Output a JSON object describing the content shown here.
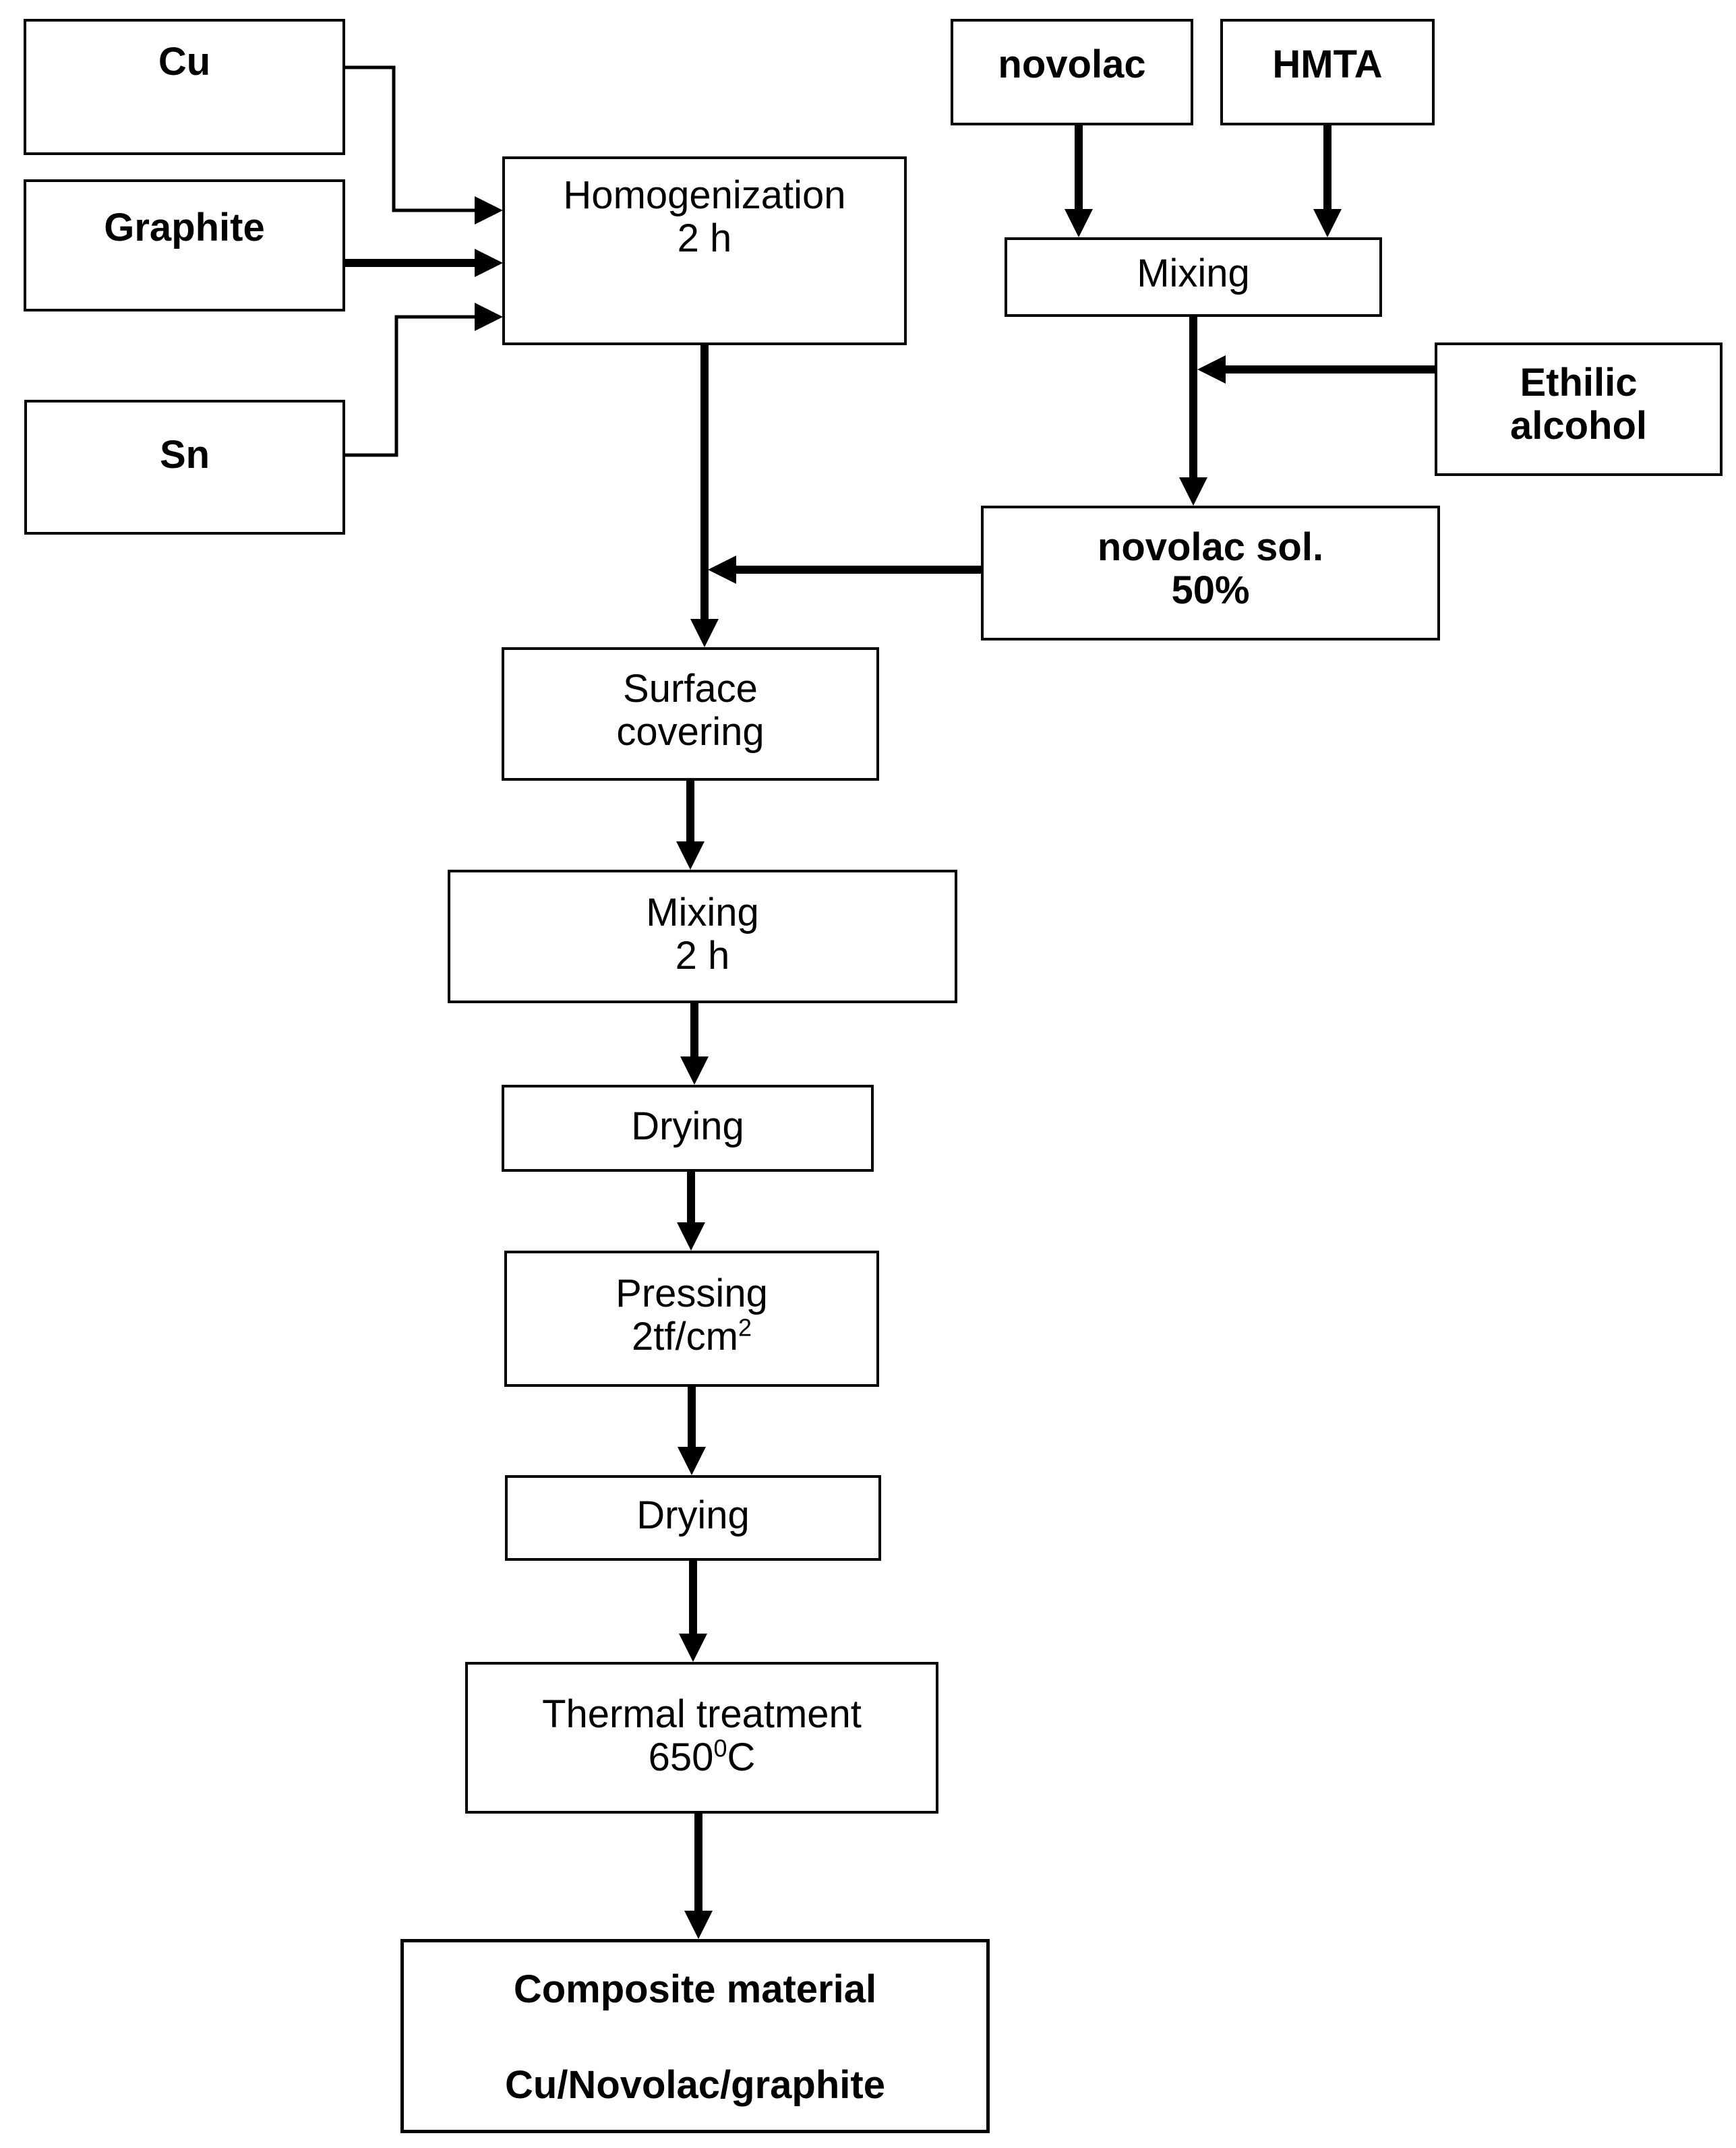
{
  "diagram": {
    "title": "Composite material preparation flowchart",
    "colors": {
      "background": "#ffffff",
      "line": "#000000",
      "text": "#000000"
    },
    "nodes": {
      "cu": {
        "label": "Cu"
      },
      "graphite": {
        "label": "Graphite"
      },
      "sn": {
        "label": "Sn"
      },
      "homogenization": {
        "line1": "Homogenization",
        "line2": "2 h"
      },
      "novolac": {
        "label": "novolac"
      },
      "hmta": {
        "label": "HMTA"
      },
      "mixing": {
        "label": "Mixing"
      },
      "ethilic_alcohol": {
        "line1": "Ethilic",
        "line2": "alcohol"
      },
      "novolac_sol": {
        "line1": "novolac sol.",
        "line2": "50%"
      },
      "surface_covering": {
        "line1": "Surface",
        "line2": "covering"
      },
      "mixing_2h": {
        "line1": "Mixing",
        "line2": "2 h"
      },
      "drying_1": {
        "label": "Drying"
      },
      "pressing": {
        "line1": "Pressing",
        "line2_base": "2tf/cm",
        "line2_sup": "2"
      },
      "drying_2": {
        "label": "Drying"
      },
      "thermal_treatment": {
        "line1": "Thermal treatment",
        "line2_base": "650",
        "line2_sup": "0",
        "line2_end": "C"
      },
      "composite": {
        "line1": "Composite material",
        "line2": "Cu/Novolac/graphite"
      }
    }
  }
}
